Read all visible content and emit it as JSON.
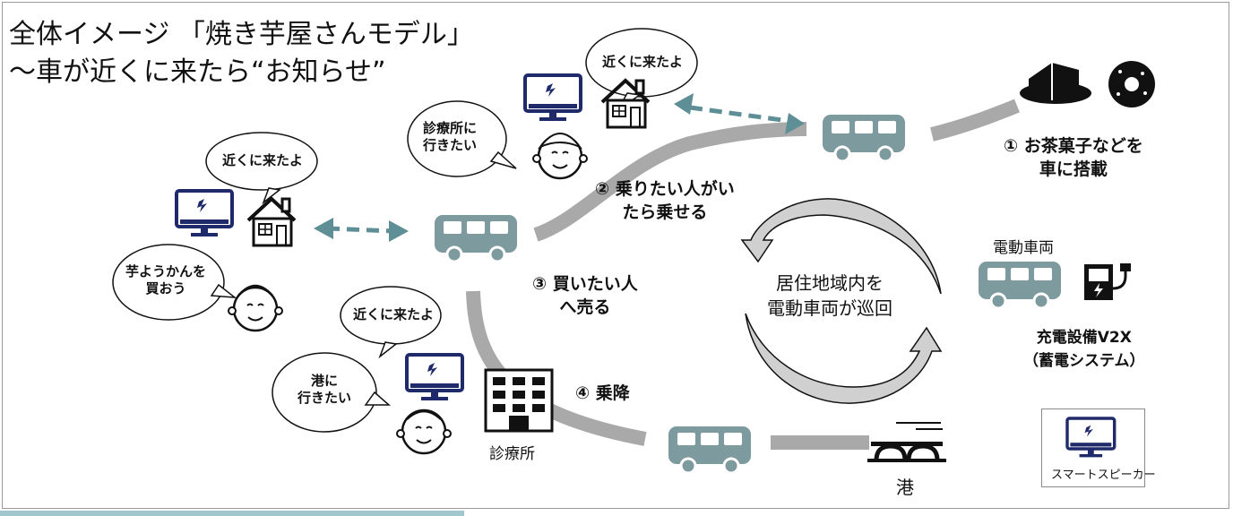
{
  "title": {
    "line1": "全体イメージ 「焼き芋屋さんモデル」",
    "line2": "～車が近くに来たら“お知らせ”"
  },
  "bubbles": {
    "near_top": "近くに来たよ",
    "near_left": "近くに来たよ",
    "near_bottom": "近くに来たよ",
    "clinic_want": [
      "診療所に",
      "行きたい"
    ],
    "yokan_want": [
      "芋ようかんを",
      "買おう"
    ],
    "port_want": [
      "港に",
      "行きたい"
    ]
  },
  "steps": {
    "step1": [
      "① お茶菓子などを",
      "車に搭載"
    ],
    "step2": [
      "② 乗りたい人がい",
      "たら乗せる"
    ],
    "step3": [
      "③ 買いたい人",
      "へ売る"
    ],
    "step4": "④ 乗降"
  },
  "center_note": [
    "居住地域内を",
    "電動車両が巡回"
  ],
  "labels": {
    "ev": "電動車両",
    "charging": [
      "充電設備V2X",
      "（蓄電システム）"
    ],
    "clinic": "診療所",
    "port": "港",
    "smart_speaker": "スマートスピーカー"
  },
  "colors": {
    "bus": "#7d9a9e",
    "road": "#a9a9a9",
    "arrow": "#5f8f96",
    "icon": "#1f2a6b",
    "cycle": "#a9a9a9"
  },
  "icons": [
    "monitor-icon",
    "house-icon",
    "bus-icon",
    "cake-icon",
    "donut-icon",
    "charger-icon",
    "building-icon",
    "port-icon",
    "elderly-face-icon"
  ]
}
